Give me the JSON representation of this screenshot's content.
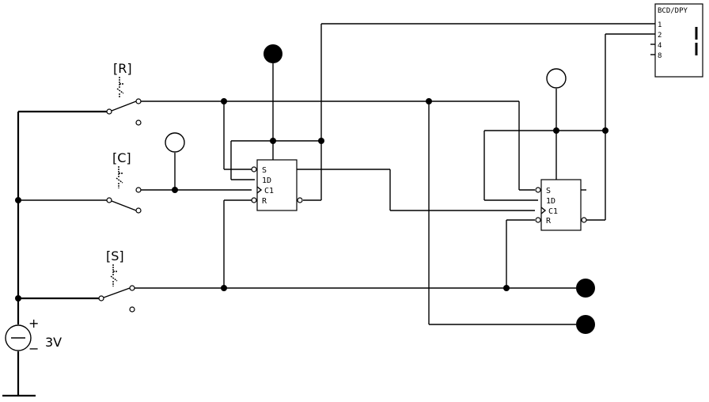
{
  "switches": [
    {
      "id": "R",
      "label": "[R]"
    },
    {
      "id": "C",
      "label": "[C]"
    },
    {
      "id": "S",
      "label": "[S]"
    }
  ],
  "source": {
    "voltage": "3V",
    "plus": "+",
    "minus": "−"
  },
  "flipflop1": {
    "s": "S",
    "d": "1D",
    "c": "C1",
    "r": "R"
  },
  "flipflop2": {
    "s": "S",
    "d": "1D",
    "c": "C1",
    "r": "R"
  },
  "display": {
    "title": "BCD/DPY",
    "pin1": "1",
    "pin2": "2",
    "pin4": "4",
    "pin8": "8",
    "digit": "1"
  },
  "lamps": [
    {
      "id": "lamp-top-center",
      "state": "on"
    },
    {
      "id": "lamp-c-input",
      "state": "off"
    },
    {
      "id": "lamp-ff2-set",
      "state": "off"
    },
    {
      "id": "lamp-out-1",
      "state": "on"
    },
    {
      "id": "lamp-out-2",
      "state": "on"
    }
  ]
}
